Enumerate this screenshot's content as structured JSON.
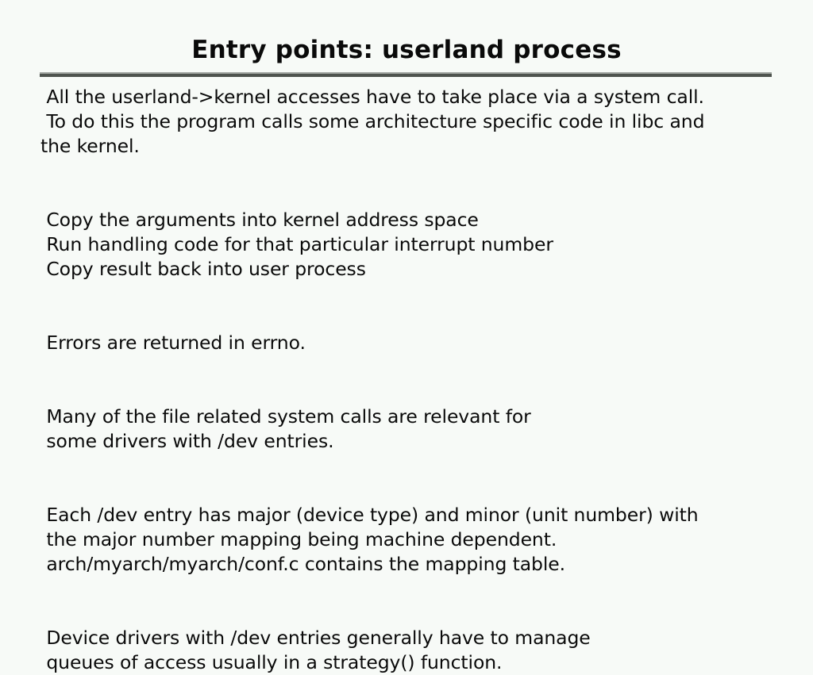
{
  "slide": {
    "title": "Entry points: userland process",
    "rule_color_light": "#a3a8a3",
    "rule_color_dark": "#4e534e",
    "background_color": "#f7faf7",
    "text_color": "#0a0a0a",
    "blocks": [
      {
        "id": "intro",
        "lines": [
          " All the userland->kernel accesses have to take place via a system call.",
          " To do this the program calls some architecture specific code in libc and",
          "the kernel."
        ]
      },
      {
        "id": "steps",
        "lines": [
          " Copy the arguments into kernel address space",
          " Run handling code for that particular interrupt number",
          " Copy result back into user process"
        ]
      },
      {
        "id": "errors",
        "lines": [
          " Errors are returned in errno."
        ]
      },
      {
        "id": "file-calls",
        "lines": [
          " Many of the file related system calls are relevant for",
          " some drivers with /dev entries."
        ]
      },
      {
        "id": "dev-entries",
        "lines": [
          " Each /dev entry has major (device type) and minor (unit number) with",
          " the major number mapping being machine dependent.",
          " arch/myarch/myarch/conf.c contains the mapping table."
        ]
      },
      {
        "id": "device-drivers",
        "lines": [
          " Device drivers with /dev entries generally have to manage",
          " queues of access usually in a strategy() function."
        ]
      }
    ]
  }
}
